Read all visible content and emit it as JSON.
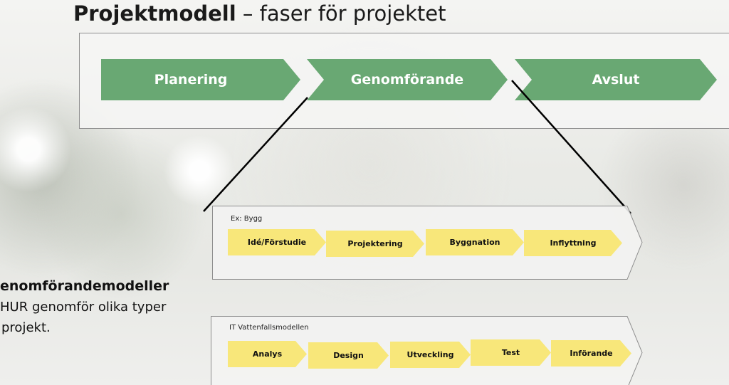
{
  "title": {
    "bold": "Projektmodell",
    "rest": " – faser för projektet"
  },
  "phases": [
    "Planering",
    "Genomförande",
    "Avslut"
  ],
  "examples": [
    {
      "label": "Ex: Bygg",
      "steps": [
        "Idé/Förstudie",
        "Projektering",
        "Byggnation",
        "Inflyttning"
      ]
    },
    {
      "label": "IT Vattenfallsmodellen",
      "steps": [
        "Analys",
        "Design",
        "Utveckling",
        "Test",
        "Införande"
      ]
    }
  ],
  "side_note": {
    "heading": "enomförandemodeller",
    "line1": "HUR genomför olika typer",
    "line2": "projekt."
  },
  "colors": {
    "phase_green": "#69a873",
    "step_yellow": "#f8e77a",
    "panel_border": "#8e8e8e"
  }
}
